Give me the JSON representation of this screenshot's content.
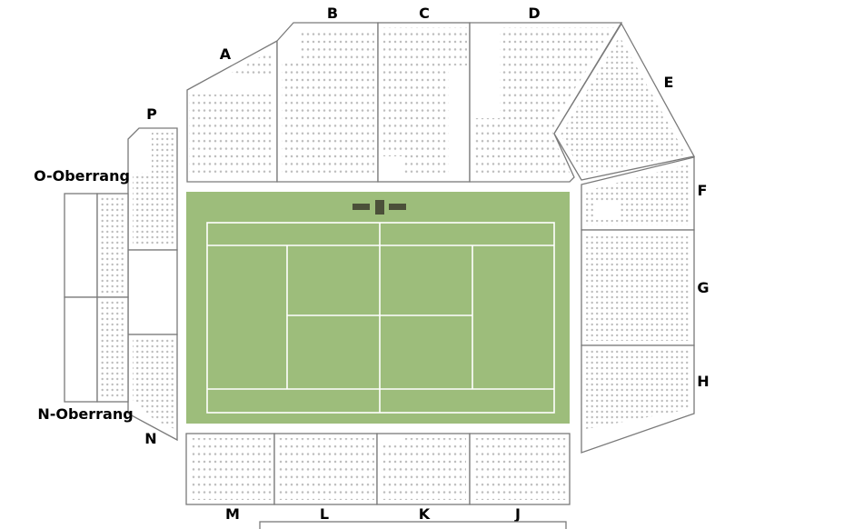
{
  "colors": {
    "court": "#9dbd7b",
    "seat": "#bdbdbd",
    "outline": "#7a7a7a",
    "scoreboard": "#4b5039"
  },
  "sections": {
    "A": "A",
    "B": "B",
    "C": "C",
    "D": "D",
    "E": "E",
    "F": "F",
    "G": "G",
    "H": "H",
    "J": "J",
    "K": "K",
    "L": "L",
    "M": "M",
    "N": "N",
    "P": "P",
    "O_oberrang": "O-Oberrang",
    "N_oberrang": "N-Oberrang"
  }
}
